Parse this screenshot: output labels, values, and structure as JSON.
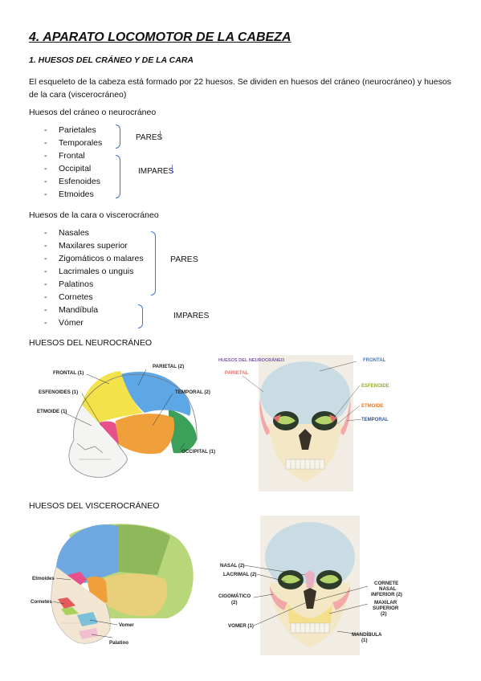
{
  "title": "4. APARATO LOCOMOTOR DE LA CABEZA",
  "subtitle": "1. HUESOS DEL CRÁNEO Y DE LA CARA",
  "intro": "El esqueleto de la cabeza está formado por 22 huesos. Se dividen en huesos del cráneo (neurocráneo) y huesos de la cara (viscerocráneo)",
  "neuro": {
    "heading": "Huesos del cráneo o neurocráneo",
    "items": [
      "Parietales",
      "Temporales",
      "Frontal",
      "Occipital",
      "Esfenoides",
      "Etmoides"
    ],
    "pares_label": "PARES",
    "impares_label": "IMPARES"
  },
  "viscero": {
    "heading": "Huesos de la cara o viscerocráneo",
    "items": [
      "Nasales",
      "Maxilares superior",
      "Zigomáticos o malares",
      "Lacrimales o unguis",
      "Palatinos",
      "Cornetes",
      "Mandíbula",
      "Vómer"
    ],
    "pares_label": "PARES",
    "impares_label": "IMPARES"
  },
  "figure1": {
    "heading": "HUESOS DEL NEUROCRÁNEO",
    "side_labels": [
      "FRONTAL (1)",
      "PARIETAL (2)",
      "ESFENOIDES (1)",
      "TEMPORAL (2)",
      "ETMOIDE (1)",
      "OCCIPITAL (1)"
    ],
    "front_labels": {
      "title": "HUESOS DEL NEUROCRÁNEO",
      "frontal": "FRONTAL",
      "parietal": "PARIETAL",
      "esfenoide": "ESFENOIDE",
      "etmoide": "ETMOIDE",
      "temporal": "TEMPORAL"
    }
  },
  "figure2": {
    "heading": "HUESOS DEL VISCEROCRÁNEO",
    "side_labels": [
      "Etmoides",
      "Cornetes",
      "Vomer",
      "Palatino"
    ],
    "front_labels": {
      "nasal": "NASAL (2)",
      "lacrimal": "LACRIMAL (2)",
      "cigomatico_1": "CIGOMÁTICO",
      "cigomatico_2": "(2)",
      "vomer": "VOMER (1)",
      "cornete_1": "CORNETE",
      "cornete_2": "NASAL",
      "cornete_3": "INFERIOR (2)",
      "maxilar_1": "MAXILAR",
      "maxilar_2": "SUPERIOR",
      "maxilar_3": "(2)",
      "mandibula_1": "MANDÍBULA",
      "mandibula_2": "(1)"
    }
  },
  "colors": {
    "brace": "#4472c4",
    "frontal": "#f3e24a",
    "parietal": "#5ea7e6",
    "temporal": "#f0a03a",
    "occipital": "#3aa05a",
    "esfenoides": "#e6508c",
    "etmoides": "#9ccc4a"
  }
}
